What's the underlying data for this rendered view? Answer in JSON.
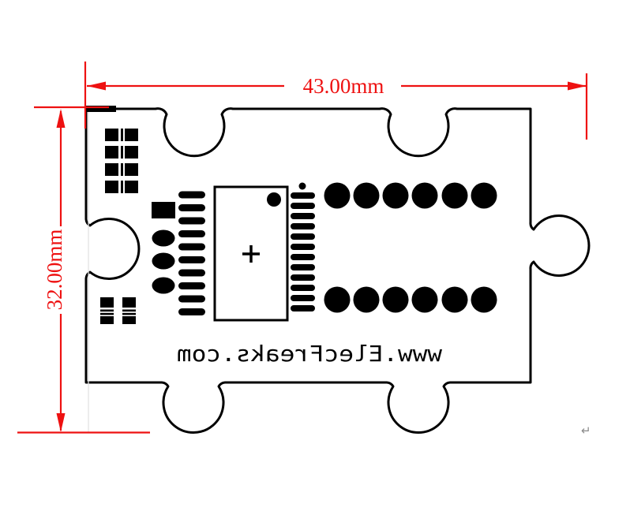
{
  "dimensions": {
    "width": {
      "label": "43.00mm"
    },
    "height": {
      "label": "32.00mm"
    }
  },
  "board": {
    "silkscreen_url": "www.ElecFreaks.com",
    "silkscreen_mirrored": "true"
  },
  "annotations": {
    "return_mark": "↵"
  },
  "colors": {
    "dimension_red": "#ee1111",
    "drawing_black": "#000000",
    "extension_gray": "#e3e3e3",
    "background": "#ffffff"
  }
}
